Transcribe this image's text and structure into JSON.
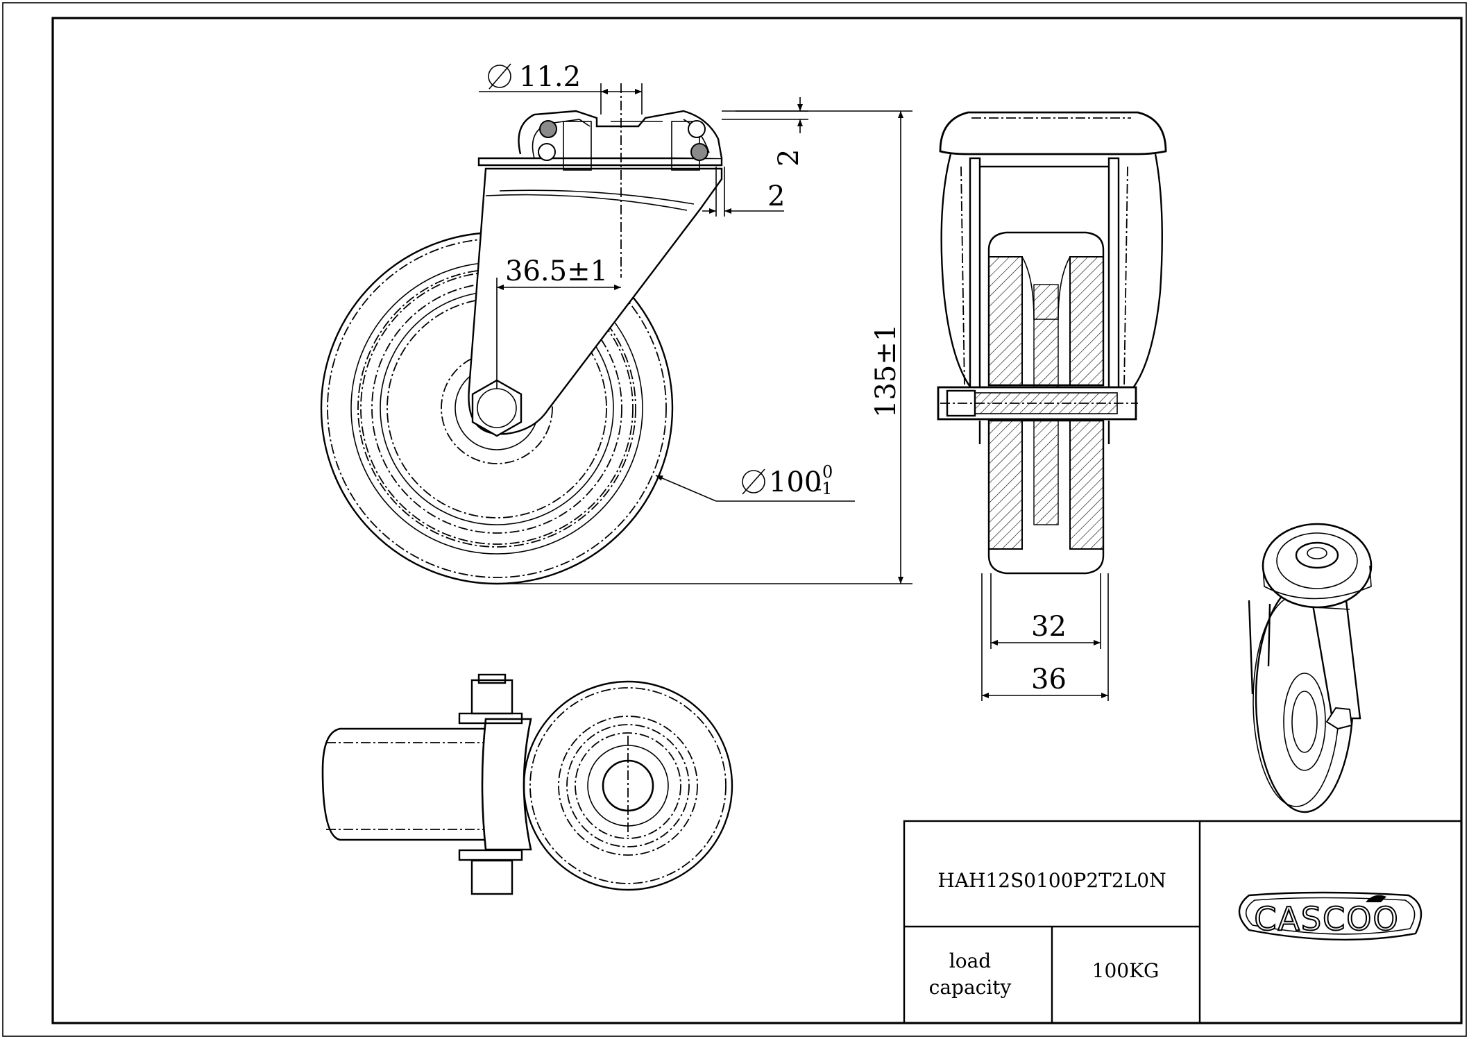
{
  "dimensions": {
    "bore_diameter": "11.2",
    "offset": "36.5±1",
    "gap_top": "2",
    "gap_side": "2",
    "height": "135±1",
    "wheel_diameter": "100",
    "wheel_tol_upper": "0",
    "wheel_tol_lower": "-1",
    "tread_width": "32",
    "overall_width": "36"
  },
  "title_block": {
    "part_number": "HAH12S0100P2T2L0N",
    "load_label_line1": "load",
    "load_label_line2": "capacity",
    "load_value": "100KG",
    "brand": "CASCOO"
  },
  "colors": {
    "line": "#000000",
    "background": "#ffffff",
    "bearing_ball": "#8a8a8a"
  }
}
